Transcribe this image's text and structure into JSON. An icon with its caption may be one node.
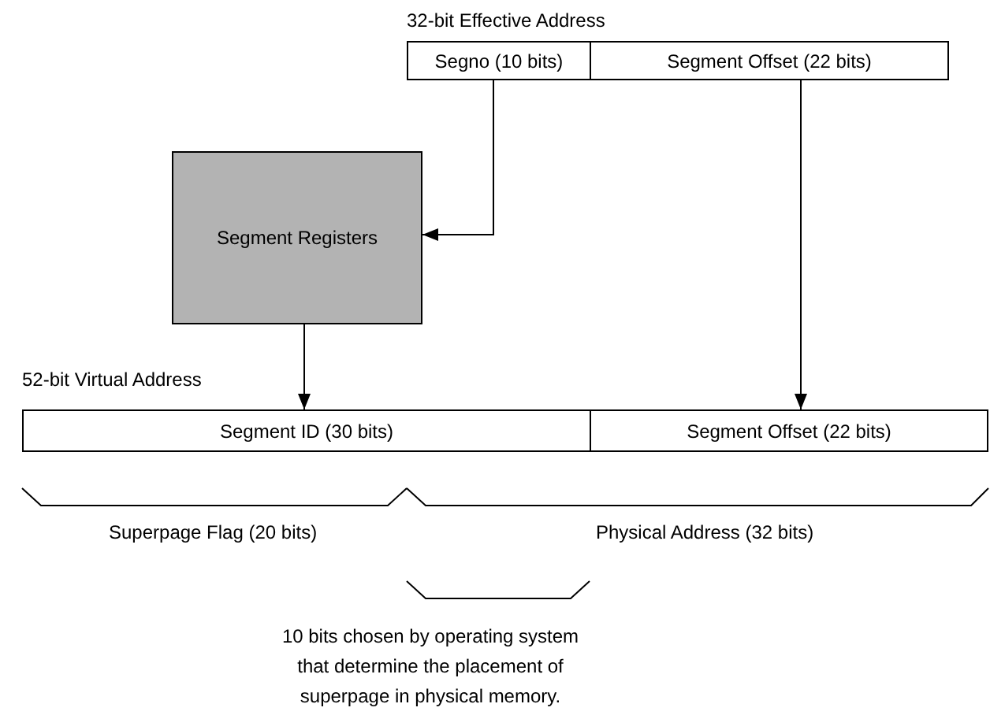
{
  "diagram": {
    "nodes": [
      {
        "text": [
          "Segno (10 bits)"
        ]
      },
      {
        "text": [
          "Segment Offset (22 bits)"
        ]
      },
      {
        "text": [
          "Segment Registers"
        ]
      },
      {
        "text": [
          "Segment ID (30 bits)"
        ]
      },
      {
        "text": [
          "Segment Offset (22 bits)"
        ]
      }
    ],
    "edges": [
      {
        "from": 0,
        "to": 2,
        "arrow": "to"
      },
      {
        "from": 1,
        "to": 4,
        "arrow": "to"
      },
      {
        "from": 2,
        "to": 3,
        "arrow": "to"
      }
    ],
    "labels": [
      "32-bit Effective Address",
      "52-bit Virtual Address",
      "Superpage Flag (20 bits)",
      "Physical Address (32 bits)",
      "10 bits chosen by operating system that determine the placement of superpage in physical memory."
    ]
  }
}
